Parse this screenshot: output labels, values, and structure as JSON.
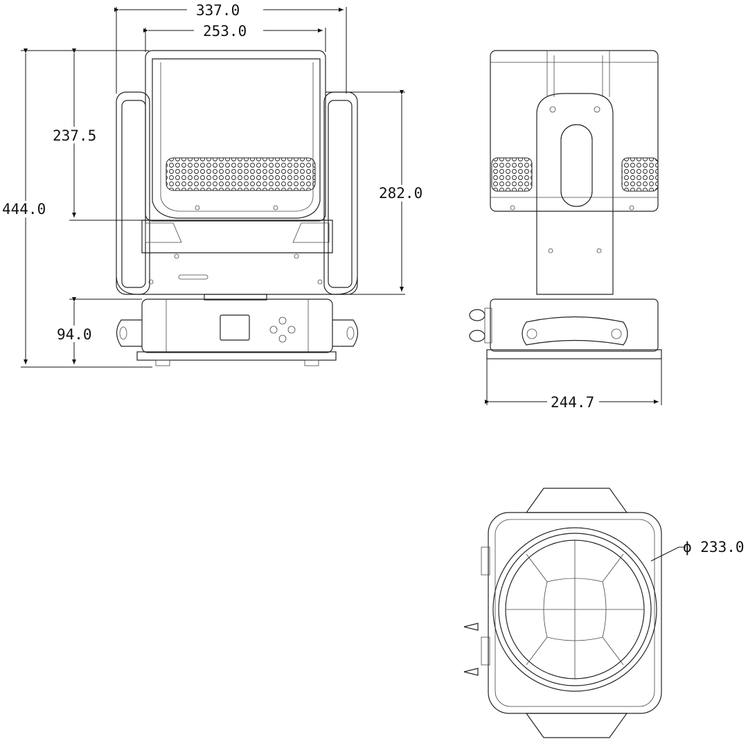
{
  "dimensions": {
    "overall_width": "337.0",
    "head_width": "253.0",
    "head_height": "237.5",
    "overall_height": "444.0",
    "yoke_height": "282.0",
    "base_height": "94.0",
    "depth": "244.7",
    "lens_diameter": "ϕ 233.0"
  }
}
